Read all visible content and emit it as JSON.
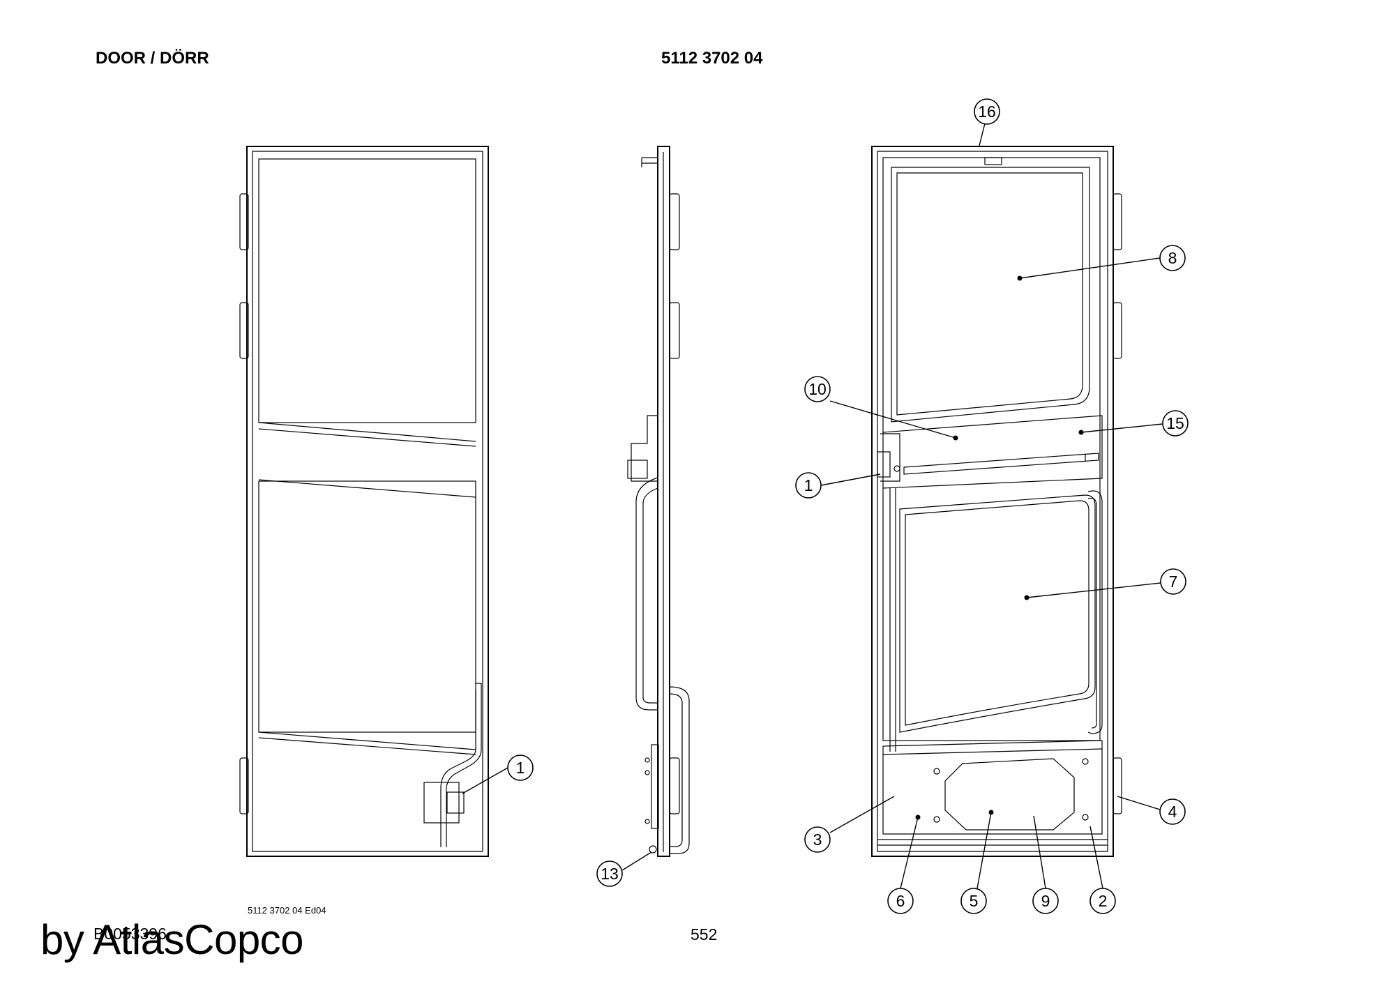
{
  "header": {
    "title": "DOOR / DÖRR",
    "part_number": "5112 3702 04"
  },
  "footer": {
    "drawing_ref": "5112 3702 04 Ed04",
    "drawing_code": "B0053396",
    "page_number": "552",
    "brand": "by AtlasCopco"
  },
  "callouts": [
    "1",
    "1",
    "2",
    "3",
    "4",
    "5",
    "6",
    "7",
    "8",
    "9",
    "10",
    "13",
    "15",
    "16"
  ]
}
